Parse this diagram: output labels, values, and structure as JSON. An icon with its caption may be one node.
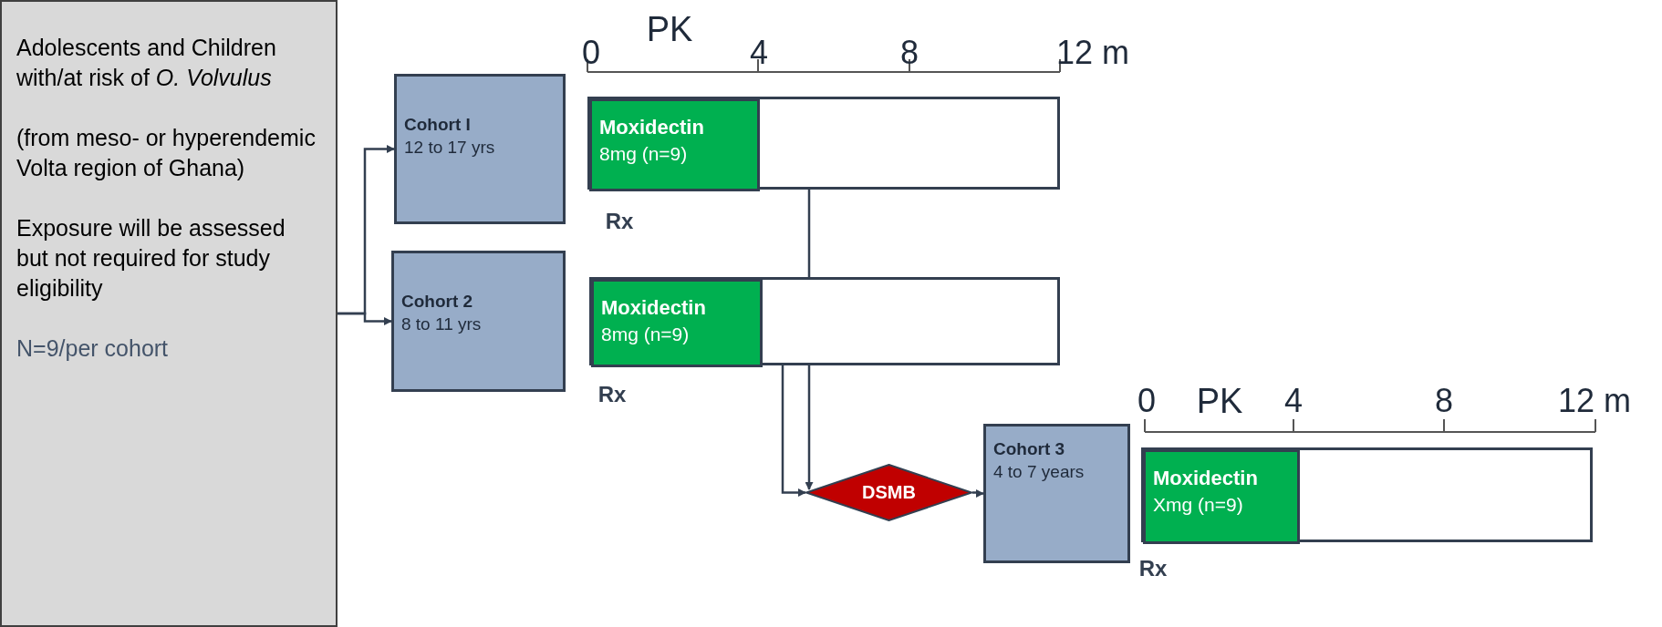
{
  "diagram": {
    "nodes": [
      {
        "text": [
          "Adolescents and Children with/at risk of *O. Volvulus*",
          "(from meso- or hyperendemic Volta region of Ghana)",
          "Exposure will be assessed but not required for study eligibility",
          "N=9/per cohort"
        ]
      },
      {
        "text": [
          "Cohort I",
          "12 to 17 yrs"
        ]
      },
      {
        "text": [
          "Cohort 2",
          "8 to 11 yrs"
        ]
      },
      {
        "text": [],
        "shape": "box"
      },
      {
        "text": [
          "Moxidectin",
          "8mg (n=9)"
        ],
        "in": 3
      },
      {
        "text": [],
        "shape": "box"
      },
      {
        "text": [
          "Moxidectin",
          "8mg (n=9)"
        ],
        "in": 5
      },
      {
        "text": [
          "DSMB"
        ]
      },
      {
        "text": [
          "Cohort 3",
          "4 to 7 years"
        ]
      },
      {
        "text": [],
        "shape": "box"
      },
      {
        "text": [
          "Moxidectin",
          "Xmg (n=9)"
        ],
        "in": 9
      }
    ],
    "edges": [
      {
        "from": 0,
        "to": 1,
        "arrow": "to"
      },
      {
        "from": 0,
        "to": 2,
        "arrow": "to"
      },
      {
        "from": 4,
        "to": 7,
        "arrow": "to"
      },
      {
        "from": 6,
        "to": 7,
        "arrow": "to"
      },
      {
        "from": 7,
        "to": 8,
        "arrow": "to"
      }
    ],
    "labels": [
      "PK",
      "0",
      "4",
      "8",
      "12 m",
      "Rx",
      "Rx",
      "0",
      "PK",
      "4",
      "8",
      "12 m",
      "Rx"
    ]
  }
}
